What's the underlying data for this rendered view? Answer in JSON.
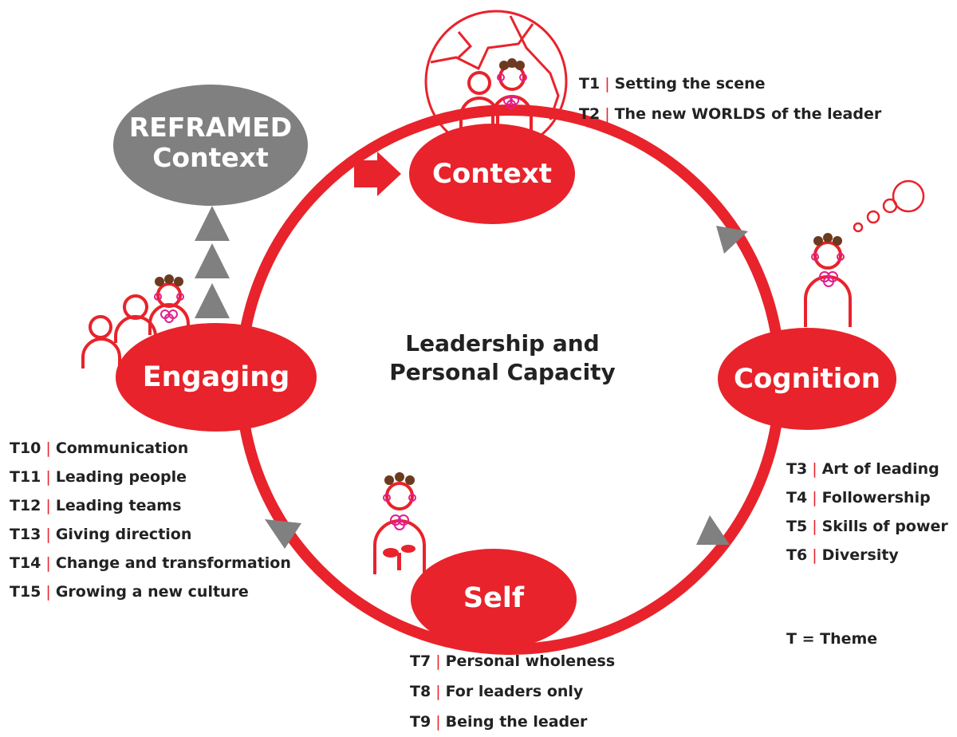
{
  "colors": {
    "accent": "#e8232b",
    "reframed": "#808080",
    "arrow_gray": "#808080",
    "hair": "#6b3a1f",
    "jewel": "#e21f8c"
  },
  "reframed": {
    "line1": "REFRAMED",
    "line2": "Context"
  },
  "center": {
    "line1": "Leadership and",
    "line2": "Personal Capacity"
  },
  "nodes": {
    "context": "Context",
    "cognition": "Cognition",
    "self": "Self",
    "engaging": "Engaging"
  },
  "themes": {
    "context": [
      {
        "code": "T1",
        "sep": "|",
        "label": "Setting the scene"
      },
      {
        "code": "T2",
        "sep": "|",
        "label": "The new WORLDS of the leader"
      }
    ],
    "cognition": [
      {
        "code": "T3",
        "sep": "|",
        "label": "Art of leading"
      },
      {
        "code": "T4",
        "sep": "|",
        "label": "Followership"
      },
      {
        "code": "T5",
        "sep": "|",
        "label": "Skills of power"
      },
      {
        "code": "T6",
        "sep": "|",
        "label": "Diversity"
      }
    ],
    "self": [
      {
        "code": "T7",
        "sep": "|",
        "label": "Personal wholeness"
      },
      {
        "code": "T8",
        "sep": "|",
        "label": "For leaders only"
      },
      {
        "code": "T9",
        "sep": "|",
        "label": "Being the leader"
      }
    ],
    "engaging": [
      {
        "code": "T10",
        "sep": "|",
        "label": "Communication"
      },
      {
        "code": "T11",
        "sep": "|",
        "label": "Leading people"
      },
      {
        "code": "T12",
        "sep": "|",
        "label": "Leading teams"
      },
      {
        "code": "T13",
        "sep": "|",
        "label": "Giving direction"
      },
      {
        "code": "T14",
        "sep": "|",
        "label": "Change and transformation"
      },
      {
        "code": "T15",
        "sep": "|",
        "label": "Growing a new culture"
      }
    ]
  },
  "legend": "T = Theme",
  "icons": [
    "globe-icon",
    "person-icon",
    "thought-bubble-icon",
    "plant-icon",
    "arrow-icon",
    "triangle-icon"
  ]
}
